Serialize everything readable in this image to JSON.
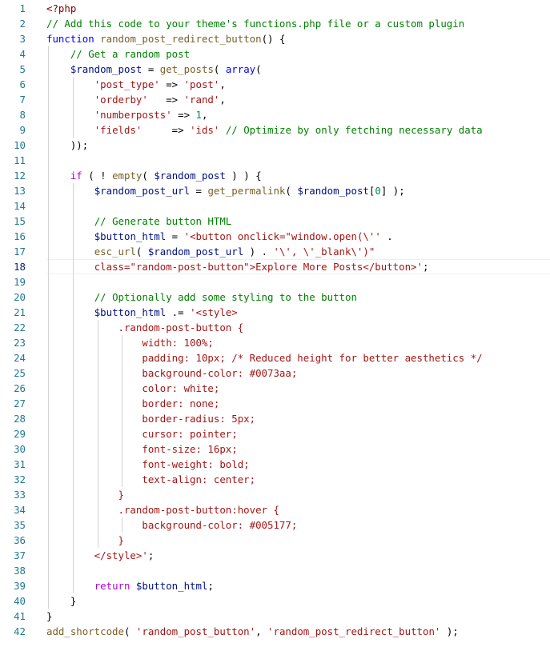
{
  "editor": {
    "active_line": 18,
    "lines": [
      {
        "n": 1,
        "tokens": [
          {
            "t": "<?php",
            "c": "tag"
          }
        ]
      },
      {
        "n": 2,
        "tokens": [
          {
            "t": "// Add this code to your theme's functions.php file or a custom plugin",
            "c": "cm"
          }
        ]
      },
      {
        "n": 3,
        "tokens": [
          {
            "t": "function",
            "c": "kw"
          },
          {
            "t": " ",
            "c": "op"
          },
          {
            "t": "random_post_redirect_button",
            "c": "fn"
          },
          {
            "t": "() {",
            "c": "op"
          }
        ]
      },
      {
        "n": 4,
        "tokens": [
          {
            "t": "    ",
            "c": "op"
          },
          {
            "t": "// Get a random post",
            "c": "cm"
          }
        ]
      },
      {
        "n": 5,
        "tokens": [
          {
            "t": "    ",
            "c": "op"
          },
          {
            "t": "$random_post",
            "c": "var"
          },
          {
            "t": " = ",
            "c": "op"
          },
          {
            "t": "get_posts",
            "c": "fn"
          },
          {
            "t": "( ",
            "c": "op"
          },
          {
            "t": "array",
            "c": "kw"
          },
          {
            "t": "(",
            "c": "op"
          }
        ]
      },
      {
        "n": 6,
        "tokens": [
          {
            "t": "        ",
            "c": "op"
          },
          {
            "t": "'post_type'",
            "c": "str"
          },
          {
            "t": " => ",
            "c": "op"
          },
          {
            "t": "'post'",
            "c": "str"
          },
          {
            "t": ",",
            "c": "op"
          }
        ]
      },
      {
        "n": 7,
        "tokens": [
          {
            "t": "        ",
            "c": "op"
          },
          {
            "t": "'orderby'",
            "c": "str"
          },
          {
            "t": "   => ",
            "c": "op"
          },
          {
            "t": "'rand'",
            "c": "str"
          },
          {
            "t": ",",
            "c": "op"
          }
        ]
      },
      {
        "n": 8,
        "tokens": [
          {
            "t": "        ",
            "c": "op"
          },
          {
            "t": "'numberposts'",
            "c": "str"
          },
          {
            "t": " => ",
            "c": "op"
          },
          {
            "t": "1",
            "c": "num"
          },
          {
            "t": ",",
            "c": "op"
          }
        ]
      },
      {
        "n": 9,
        "tokens": [
          {
            "t": "        ",
            "c": "op"
          },
          {
            "t": "'fields'",
            "c": "str"
          },
          {
            "t": "     => ",
            "c": "op"
          },
          {
            "t": "'ids'",
            "c": "str"
          },
          {
            "t": " ",
            "c": "op"
          },
          {
            "t": "// Optimize by only fetching necessary data",
            "c": "cm"
          }
        ]
      },
      {
        "n": 10,
        "tokens": [
          {
            "t": "    ));",
            "c": "op"
          }
        ]
      },
      {
        "n": 11,
        "tokens": []
      },
      {
        "n": 12,
        "tokens": [
          {
            "t": "    ",
            "c": "op"
          },
          {
            "t": "if",
            "c": "ctl"
          },
          {
            "t": " ( ! ",
            "c": "op"
          },
          {
            "t": "empty",
            "c": "fn"
          },
          {
            "t": "( ",
            "c": "op"
          },
          {
            "t": "$random_post",
            "c": "var"
          },
          {
            "t": " ) ) {",
            "c": "op"
          }
        ]
      },
      {
        "n": 13,
        "tokens": [
          {
            "t": "        ",
            "c": "op"
          },
          {
            "t": "$random_post_url",
            "c": "var"
          },
          {
            "t": " = ",
            "c": "op"
          },
          {
            "t": "get_permalink",
            "c": "fn"
          },
          {
            "t": "( ",
            "c": "op"
          },
          {
            "t": "$random_post",
            "c": "var"
          },
          {
            "t": "[",
            "c": "op"
          },
          {
            "t": "0",
            "c": "num"
          },
          {
            "t": "] );",
            "c": "op"
          }
        ]
      },
      {
        "n": 14,
        "tokens": []
      },
      {
        "n": 15,
        "tokens": [
          {
            "t": "        ",
            "c": "op"
          },
          {
            "t": "// Generate button HTML",
            "c": "cm"
          }
        ]
      },
      {
        "n": 16,
        "tokens": [
          {
            "t": "        ",
            "c": "op"
          },
          {
            "t": "$button_html",
            "c": "var"
          },
          {
            "t": " = ",
            "c": "op"
          },
          {
            "t": "'<button onclick=\"window.open(\\''",
            "c": "str"
          },
          {
            "t": " .",
            "c": "op"
          }
        ]
      },
      {
        "n": 17,
        "tokens": [
          {
            "t": "        ",
            "c": "op"
          },
          {
            "t": "esc_url",
            "c": "fn"
          },
          {
            "t": "( ",
            "c": "op"
          },
          {
            "t": "$random_post_url",
            "c": "var"
          },
          {
            "t": " ) . ",
            "c": "op"
          },
          {
            "t": "'\\', \\'_blank\\')\"",
            "c": "str"
          }
        ]
      },
      {
        "n": 18,
        "tokens": [
          {
            "t": "        ",
            "c": "op"
          },
          {
            "t": "class=\"random-post-button\">Explore More Posts</button>'",
            "c": "str"
          },
          {
            "t": ";",
            "c": "op"
          }
        ]
      },
      {
        "n": 19,
        "tokens": []
      },
      {
        "n": 20,
        "tokens": [
          {
            "t": "        ",
            "c": "op"
          },
          {
            "t": "// Optionally add some styling to the button",
            "c": "cm"
          }
        ]
      },
      {
        "n": 21,
        "tokens": [
          {
            "t": "        ",
            "c": "op"
          },
          {
            "t": "$button_html",
            "c": "var"
          },
          {
            "t": " .= ",
            "c": "op"
          },
          {
            "t": "'<style>",
            "c": "str"
          }
        ]
      },
      {
        "n": 22,
        "tokens": [
          {
            "t": "            .random-post-button {",
            "c": "str"
          }
        ]
      },
      {
        "n": 23,
        "tokens": [
          {
            "t": "                width: 100%;",
            "c": "str"
          }
        ]
      },
      {
        "n": 24,
        "tokens": [
          {
            "t": "                padding: 10px; /* Reduced height for better aesthetics */",
            "c": "str"
          }
        ]
      },
      {
        "n": 25,
        "tokens": [
          {
            "t": "                background-color: #0073aa;",
            "c": "str"
          }
        ]
      },
      {
        "n": 26,
        "tokens": [
          {
            "t": "                color: white;",
            "c": "str"
          }
        ]
      },
      {
        "n": 27,
        "tokens": [
          {
            "t": "                border: none;",
            "c": "str"
          }
        ]
      },
      {
        "n": 28,
        "tokens": [
          {
            "t": "                border-radius: 5px;",
            "c": "str"
          }
        ]
      },
      {
        "n": 29,
        "tokens": [
          {
            "t": "                cursor: pointer;",
            "c": "str"
          }
        ]
      },
      {
        "n": 30,
        "tokens": [
          {
            "t": "                font-size: 16px;",
            "c": "str"
          }
        ]
      },
      {
        "n": 31,
        "tokens": [
          {
            "t": "                font-weight: bold;",
            "c": "str"
          }
        ]
      },
      {
        "n": 32,
        "tokens": [
          {
            "t": "                text-align: center;",
            "c": "str"
          }
        ]
      },
      {
        "n": 33,
        "tokens": [
          {
            "t": "            }",
            "c": "str"
          }
        ]
      },
      {
        "n": 34,
        "tokens": [
          {
            "t": "            .random-post-button:hover {",
            "c": "str"
          }
        ]
      },
      {
        "n": 35,
        "tokens": [
          {
            "t": "                background-color: #005177;",
            "c": "str"
          }
        ]
      },
      {
        "n": 36,
        "tokens": [
          {
            "t": "            }",
            "c": "str"
          }
        ]
      },
      {
        "n": 37,
        "tokens": [
          {
            "t": "        </style>'",
            "c": "str"
          },
          {
            "t": ";",
            "c": "op"
          }
        ]
      },
      {
        "n": 38,
        "tokens": []
      },
      {
        "n": 39,
        "tokens": [
          {
            "t": "        ",
            "c": "op"
          },
          {
            "t": "return",
            "c": "ctl"
          },
          {
            "t": " ",
            "c": "op"
          },
          {
            "t": "$button_html",
            "c": "var"
          },
          {
            "t": ";",
            "c": "op"
          }
        ]
      },
      {
        "n": 40,
        "tokens": [
          {
            "t": "    }",
            "c": "op"
          }
        ]
      },
      {
        "n": 41,
        "tokens": [
          {
            "t": "}",
            "c": "op"
          }
        ]
      },
      {
        "n": 42,
        "tokens": [
          {
            "t": "add_shortcode",
            "c": "fn"
          },
          {
            "t": "( ",
            "c": "op"
          },
          {
            "t": "'random_post_button'",
            "c": "str"
          },
          {
            "t": ", ",
            "c": "op"
          },
          {
            "t": "'random_post_redirect_button'",
            "c": "str"
          },
          {
            "t": " );",
            "c": "op"
          }
        ]
      }
    ]
  },
  "colors": {
    "line_number": "#237893",
    "active_line_number": "#0b216f",
    "comment": "#008000",
    "keyword": "#0000ff",
    "control": "#af00db",
    "function": "#795e26",
    "variable": "#001080",
    "string": "#a31515",
    "number": "#098658"
  }
}
